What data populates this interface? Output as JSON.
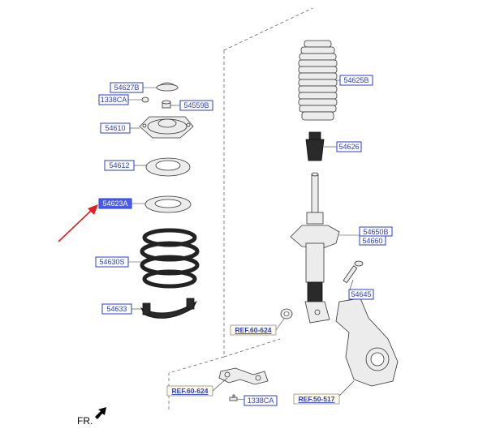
{
  "labels": {
    "p54627B": "54627B",
    "p1338CA_top": "1338CA",
    "p54559B": "54559B",
    "p54610": "54610",
    "p54612": "54612",
    "p54623A": "54623A",
    "p54630S": "54630S",
    "p54633": "54633",
    "p54625B": "54625B",
    "p54626": "54626",
    "p54650B": "54650B",
    "p54660": "54660",
    "p54645": "54645",
    "p1338CA_bottom": "1338CA"
  },
  "refs": {
    "ref_60_624_a": "REF.60-624",
    "ref_60_624_b": "REF.60-624",
    "ref_50_517": "REF.50-517"
  },
  "fr_label": "FR.",
  "colors": {
    "label_blue": "#2b3bd6",
    "highlight_fill": "#4a5cf0",
    "arrow_red": "#e02020"
  }
}
